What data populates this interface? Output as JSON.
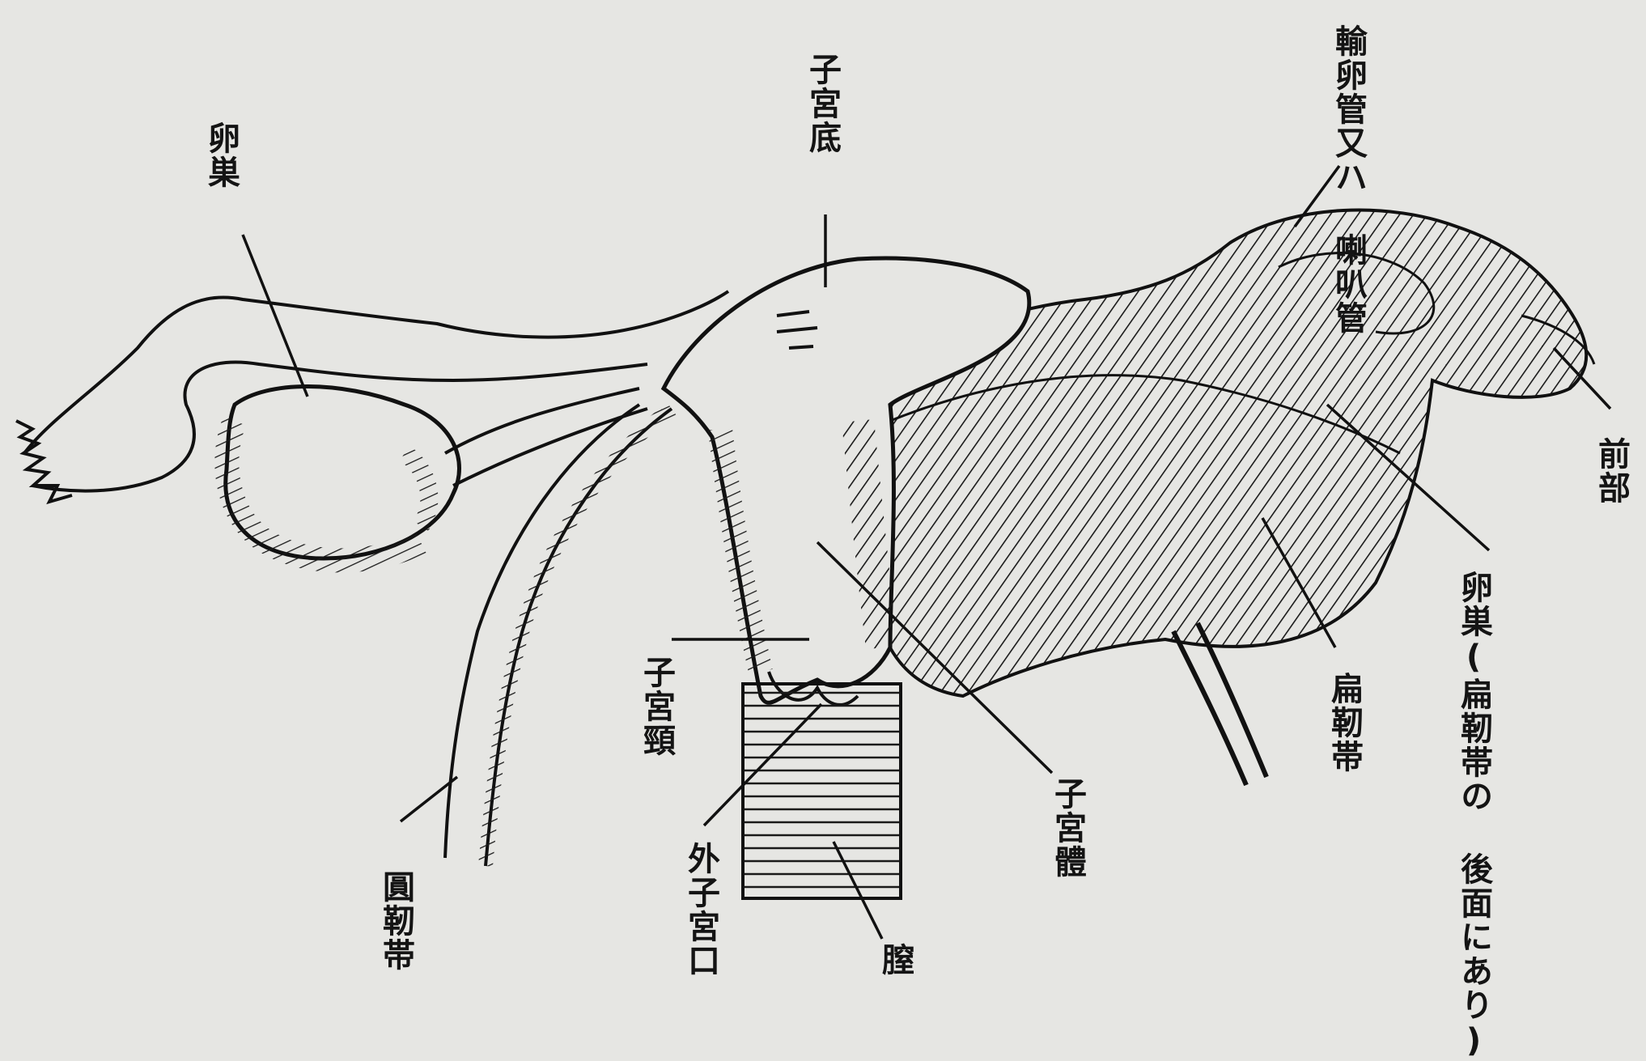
{
  "labels": {
    "ovary": "卵巣",
    "uterine_fundus": "子宮底",
    "oviduct_line1": "輸卵管又ハ",
    "oviduct_line2": "喇叭管",
    "anterior": "前部",
    "ovary_behind_line1": "卵巣(扁靭帯の",
    "ovary_behind_line2": "後面にあり)",
    "broad_ligament": "扁靭帯",
    "uterine_body": "子宮體",
    "cervix": "子宮頸",
    "external_os": "外子宮口",
    "vagina": "膣",
    "round_ligament": "圓靭帯"
  },
  "colors": {
    "paper": "#e6e6e3",
    "ink": "#141414"
  }
}
